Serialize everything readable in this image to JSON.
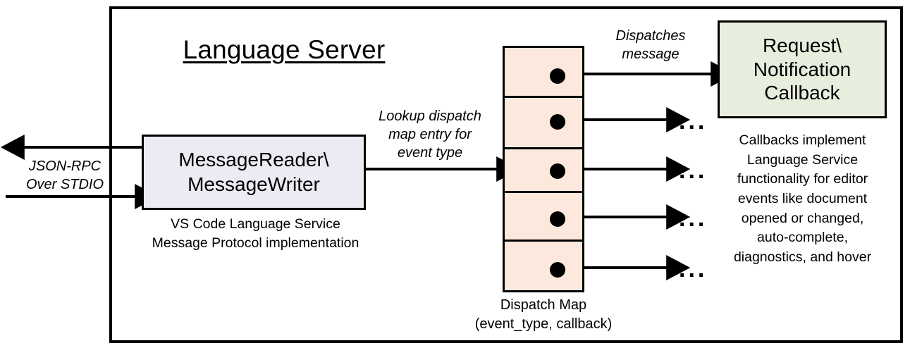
{
  "diagram": {
    "title": "Language Server",
    "frame_name": "language-server-boundary"
  },
  "external_io": {
    "label": "JSON-RPC\nOver STDIO",
    "label_line1": "JSON-RPC",
    "label_line2": "Over STDIO",
    "outbound_arrow": "arrow-left-out",
    "inbound_arrow": "arrow-right-in"
  },
  "reader_component": {
    "line1": "MessageReader\\",
    "line2": "MessageWriter",
    "caption_line1": "VS Code Language Service",
    "caption_line2": "Message Protocol implementation",
    "fill": "#eceaf3"
  },
  "lookup_note": {
    "line1": "Lookup dispatch",
    "line2": "map entry for",
    "line3": "event type"
  },
  "dispatch_map": {
    "caption_line1": "Dispatch Map",
    "caption_line2": "(event_type, callback)",
    "fill": "#fce8dc",
    "row_count": 5,
    "rows": [
      {
        "index": 1,
        "target": "Request\\Notification Callback",
        "ellipsis": false
      },
      {
        "index": 2,
        "target": "...",
        "ellipsis": true
      },
      {
        "index": 3,
        "target": "...",
        "ellipsis": true
      },
      {
        "index": 4,
        "target": "...",
        "ellipsis": true
      },
      {
        "index": 5,
        "target": "...",
        "ellipsis": true
      }
    ],
    "ellipsis_glyph": "..."
  },
  "dispatch_note": {
    "line1": "Dispatches",
    "line2": "message"
  },
  "callback_component": {
    "line1": "Request\\",
    "line2": "Notification",
    "line3": "Callback",
    "fill": "#e8eede",
    "caption_line1": "Callbacks implement",
    "caption_line2": "Language Service",
    "caption_line3": "functionality for editor",
    "caption_line4": "events like document",
    "caption_line5": "opened or changed,",
    "caption_line6": "auto-complete,",
    "caption_line7": "diagnostics, and hover"
  },
  "colors": {
    "stroke": "#000000",
    "reader_fill": "#eceaf3",
    "map_fill": "#fce8dc",
    "callback_fill": "#e8eede",
    "background": "#ffffff"
  }
}
